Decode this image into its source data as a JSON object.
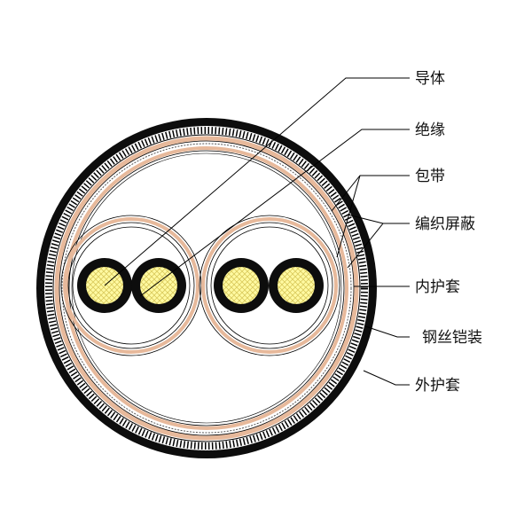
{
  "colors": {
    "background": "#ffffff",
    "outline": "#000000",
    "tape": "#e7b99b",
    "conductor": "#fffaa2",
    "conductor_mesh": "#d8c85a",
    "insulation": "#0d0d0d"
  },
  "labels": {
    "conductor": "导体",
    "insulation": "绝缘",
    "wrapping_tape": "包带",
    "braided_shield": "编织屏蔽",
    "inner_sheath": "内护套",
    "steel_wire_armour": "钢丝铠装",
    "outer_sheath": "外护套"
  }
}
